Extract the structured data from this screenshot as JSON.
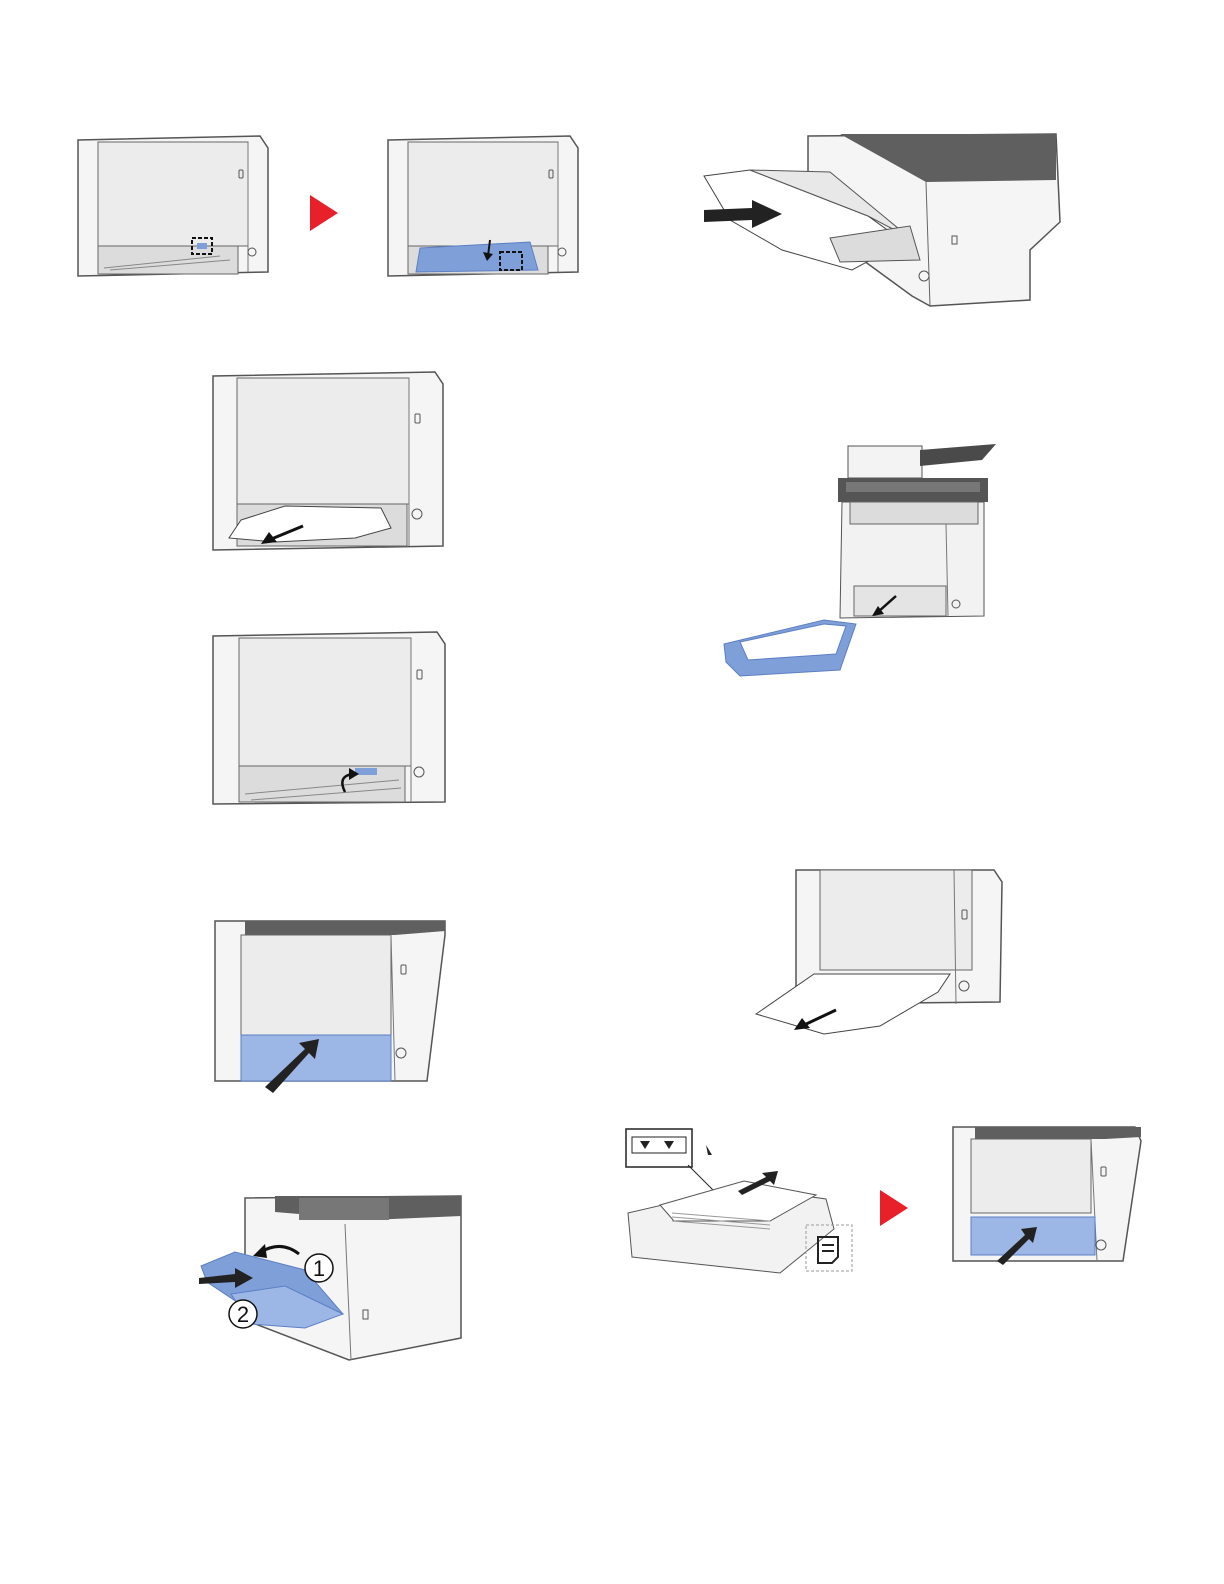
{
  "colors": {
    "printer_body": "#eeeeee",
    "printer_side": "#f7f7f7",
    "printer_outline": "#555555",
    "accent_blue": "#7f9fd8",
    "accent_blue_dark": "#5d7fc4",
    "arrow": "#222222",
    "next_step_arrow": "#e8202a"
  },
  "labels": {
    "step_one": "1",
    "step_two": "2"
  },
  "icons": [
    "printer-illustration",
    "paper-jam-illustration",
    "next-step-arrow-icon",
    "paper-fill-mark-icon",
    "paper-load-icon"
  ]
}
